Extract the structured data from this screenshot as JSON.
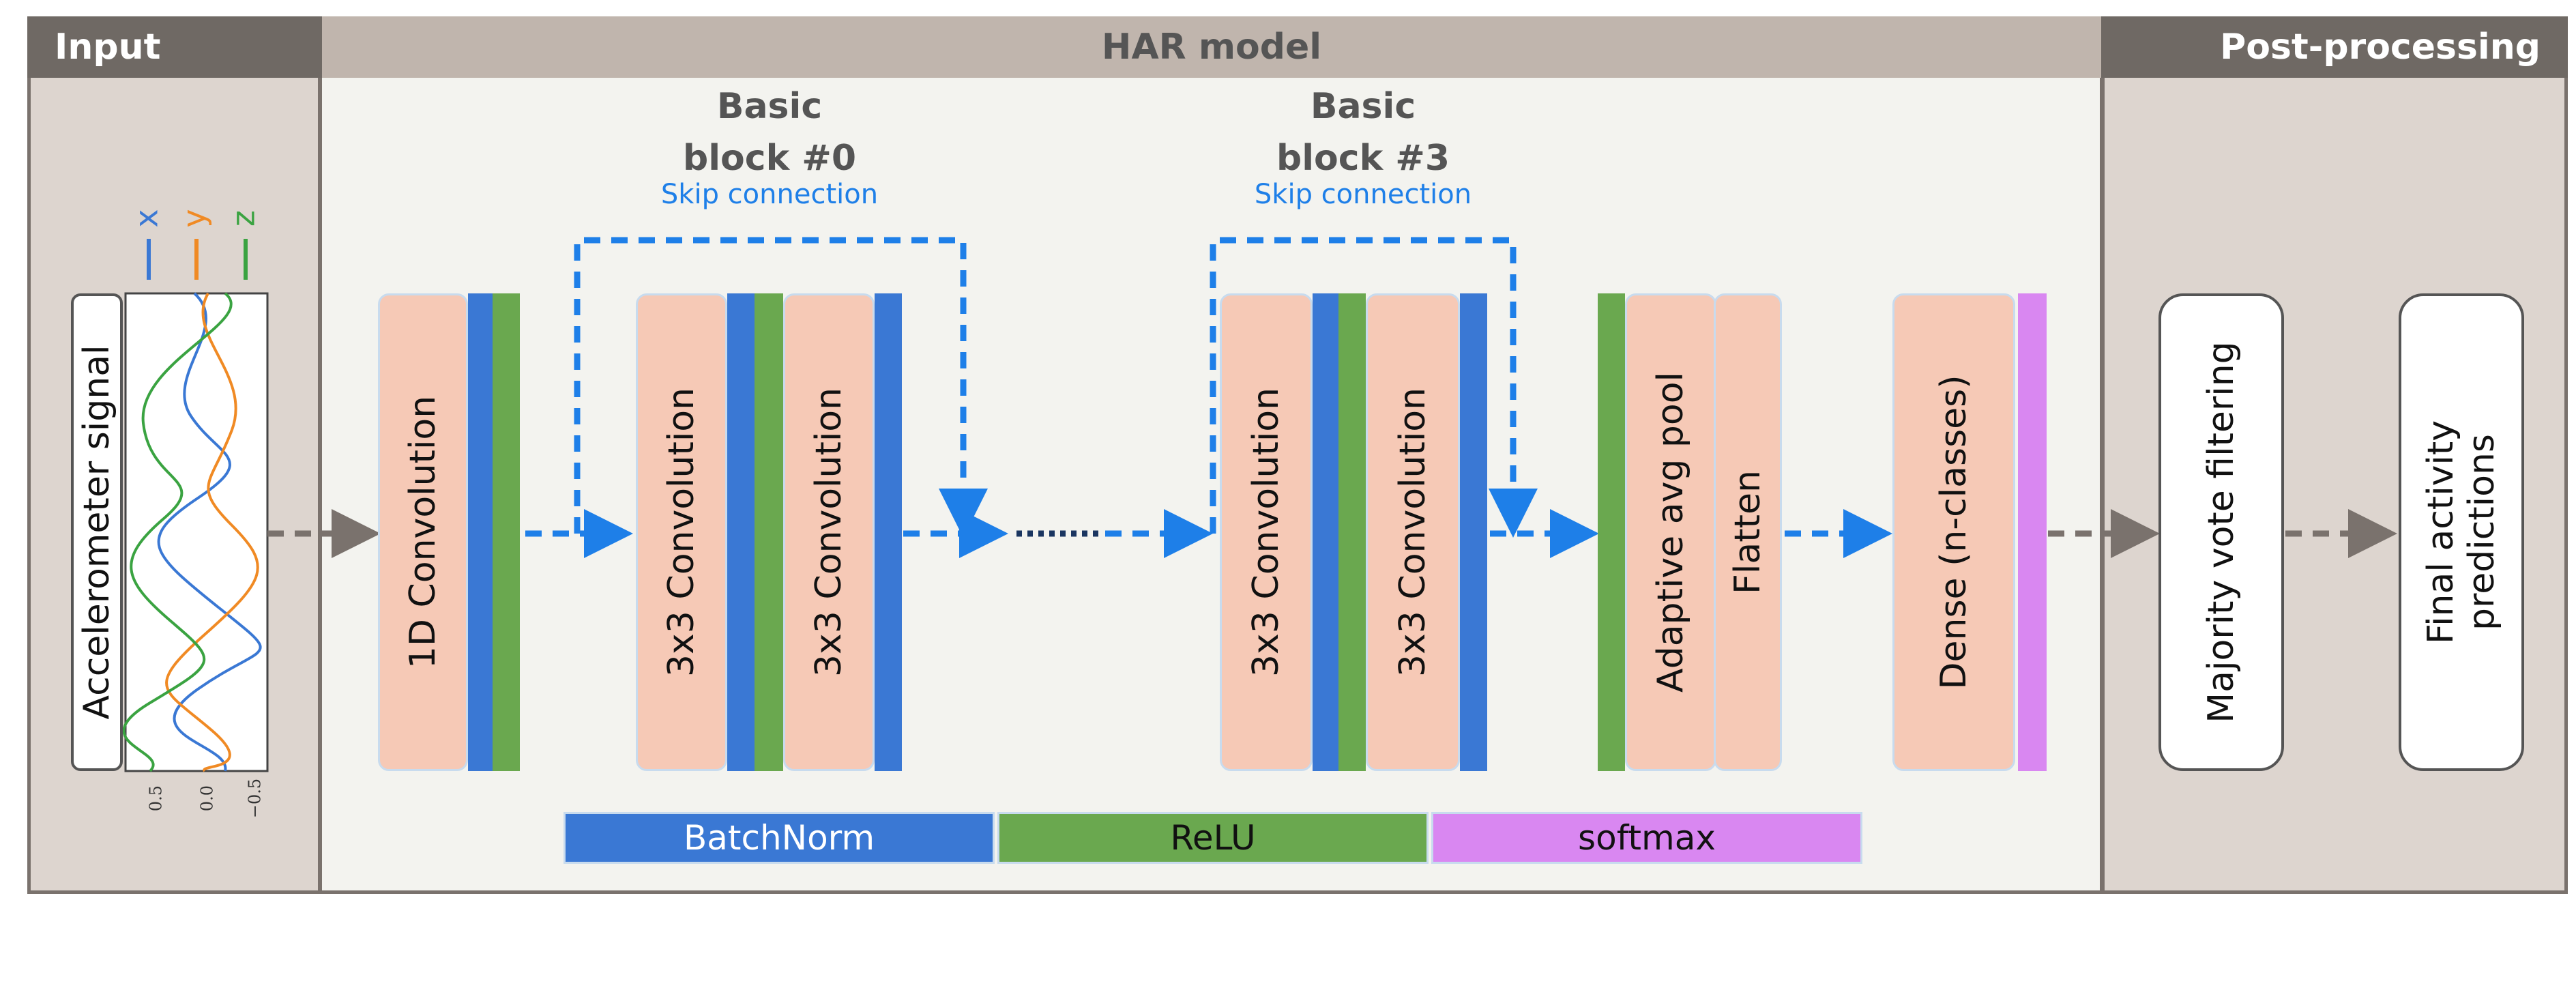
{
  "panels": {
    "input": "Input",
    "model": "HAR model",
    "post": "Post-processing"
  },
  "signal": {
    "label": "Accelerometer signal",
    "legend": [
      "x",
      "y",
      "z"
    ],
    "ticks": [
      "0.5",
      "0.0",
      "−0.5"
    ],
    "colors": {
      "x": "#3a78d4",
      "y": "#f08a24",
      "z": "#3aa341"
    }
  },
  "blocks": {
    "conv1d": "1D Convolution",
    "conv3a": "3x3 Convolution",
    "conv3b": "3x3 Convolution",
    "conv3c": "3x3 Convolution",
    "conv3d": "3x3 Convolution",
    "pool": "Adaptive avg pool",
    "flatten": "Flatten",
    "dense": "Dense (n-classes)"
  },
  "basic_blocks": [
    {
      "line1": "Basic",
      "line2": "block #0",
      "skip": "Skip connection"
    },
    {
      "line1": "Basic",
      "line2": "block #3",
      "skip": "Skip connection"
    }
  ],
  "legend": {
    "batchnorm": "BatchNorm",
    "relu": "ReLU",
    "softmax": "softmax"
  },
  "post": {
    "vote": "Majority vote filtering",
    "final_line1": "Final activity",
    "final_line2": "predictions"
  },
  "colors": {
    "batchnorm": "#3a78d4",
    "relu": "#6aa84f",
    "softmax": "#d987f1",
    "block": "#f6c9b6",
    "arrow_blue": "#1e7fe8",
    "arrow_gray": "#7a726d",
    "header": "#6f6964",
    "header_model": "#c0b5ad"
  }
}
